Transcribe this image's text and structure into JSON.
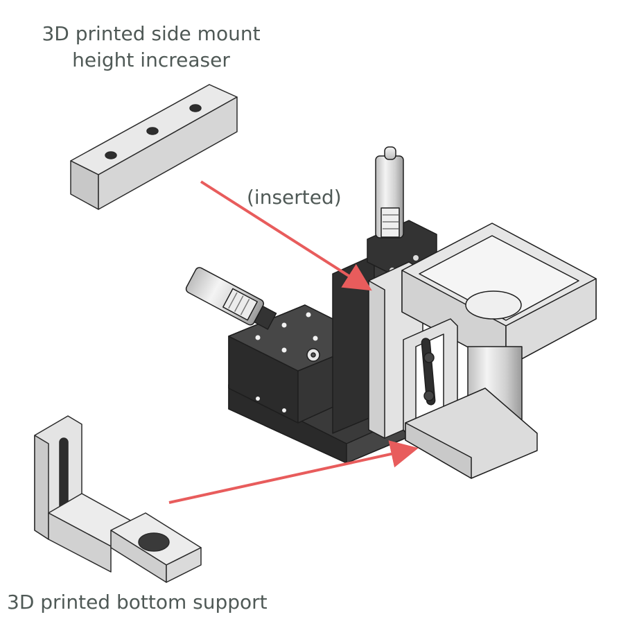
{
  "labels": {
    "top_line1": "3D printed side mount",
    "top_line2": "height increaser",
    "inserted": "(inserted)",
    "bottom": "3D printed bottom support"
  },
  "colors": {
    "text": "#4f5956",
    "arrow": "#e85c5c",
    "part_light": "#d9d9d9",
    "part_dark": "#333333",
    "outline": "#2a2a2a"
  }
}
